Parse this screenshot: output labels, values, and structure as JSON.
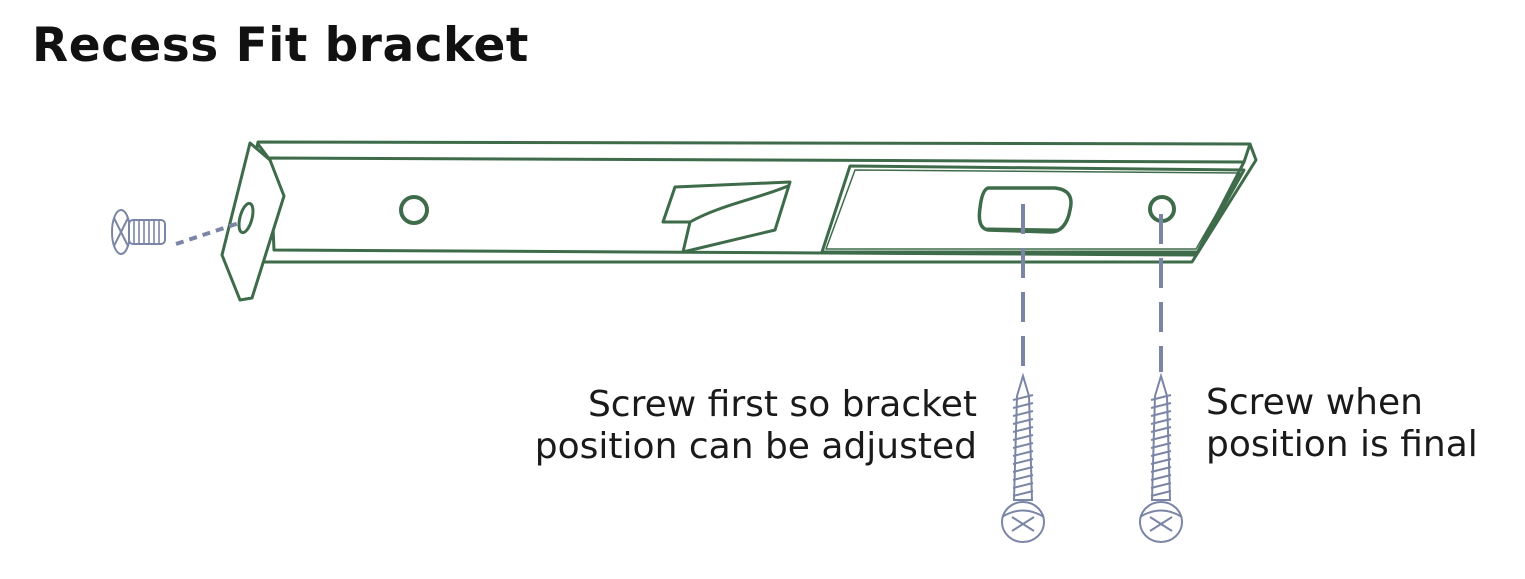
{
  "title": "Recess Fit bracket",
  "captions": {
    "adjustable_screw": [
      "Screw first so bracket",
      "position can be adjusted"
    ],
    "final_screw": [
      "Screw when",
      "position is final"
    ]
  },
  "colors": {
    "bracket_stroke": "#3e6b4a",
    "screw_stroke": "#7b86a6",
    "text": "#111111"
  },
  "icons": [
    "machine-screw-icon",
    "wood-screw-icon"
  ]
}
